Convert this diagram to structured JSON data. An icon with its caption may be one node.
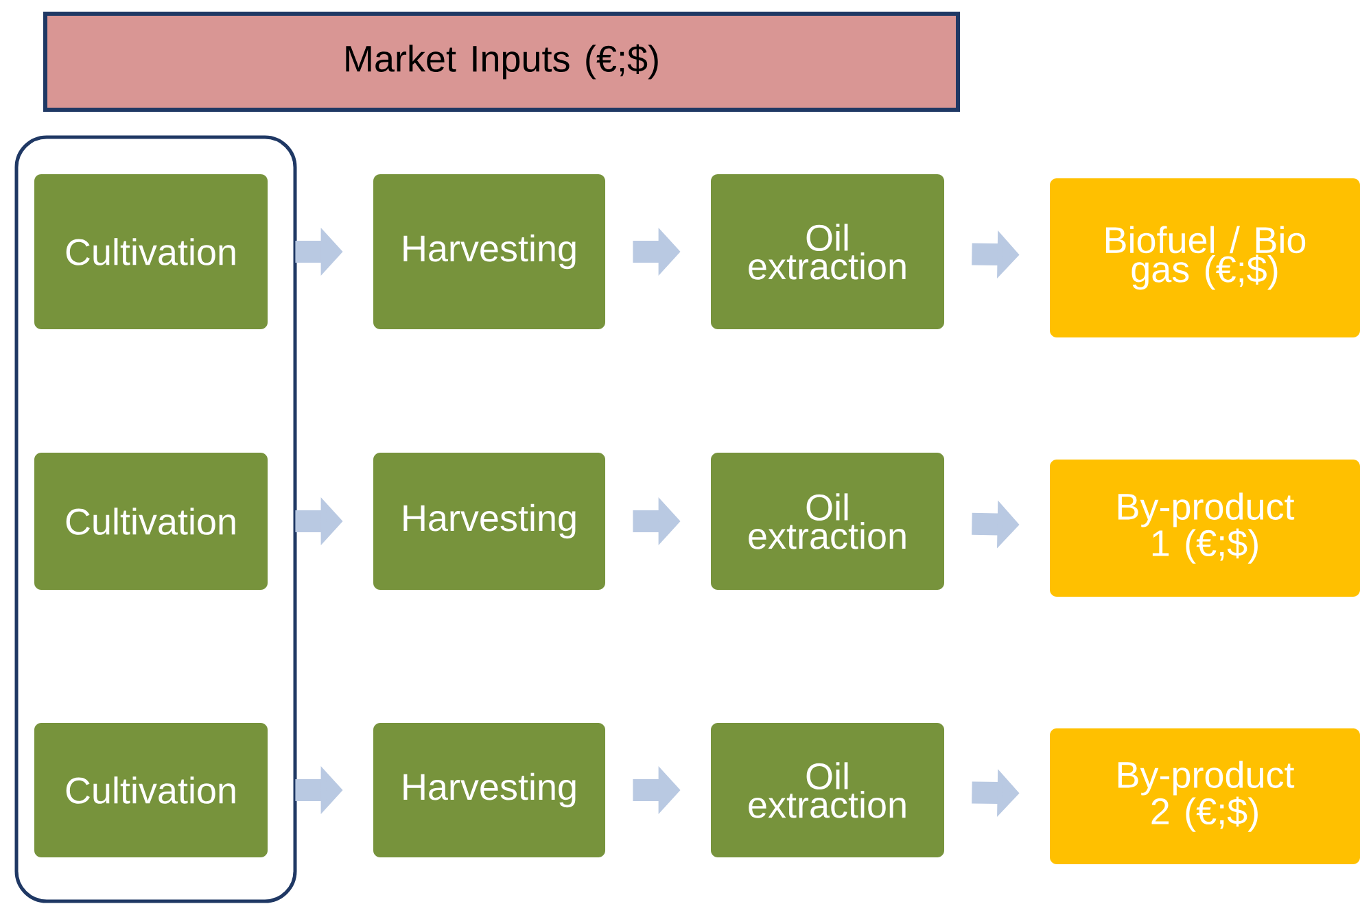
{
  "diagram": {
    "nodes": [
      {
        "text": [
          "Market Inputs (€;$)"
        ]
      },
      {
        "text": [],
        "shape": "box"
      },
      {
        "text": [
          "Cultivation"
        ],
        "in": 1
      },
      {
        "text": [
          "Harvesting"
        ]
      },
      {
        "text": [
          "Oil extraction"
        ]
      },
      {
        "text": [
          "Biofuel / Bio gas (€;$)"
        ]
      },
      {
        "text": [
          "Cultivation"
        ],
        "in": 1
      },
      {
        "text": [
          "Harvesting"
        ]
      },
      {
        "text": [
          "Oil extraction"
        ]
      },
      {
        "text": [
          "By-product 1 (€;$)"
        ]
      },
      {
        "text": [
          "Cultivation"
        ],
        "in": 1
      },
      {
        "text": [
          "Harvesting"
        ]
      },
      {
        "text": [
          "Oil extraction"
        ]
      },
      {
        "text": [
          "By-product 2 (€;$)"
        ]
      }
    ],
    "edges": [
      {
        "from": 2,
        "to": 3,
        "arrow": "to"
      },
      {
        "from": 3,
        "to": 4,
        "arrow": "to"
      },
      {
        "from": 4,
        "to": 5,
        "arrow": "to"
      },
      {
        "from": 6,
        "to": 7,
        "arrow": "to"
      },
      {
        "from": 7,
        "to": 8,
        "arrow": "to"
      },
      {
        "from": 8,
        "to": 9,
        "arrow": "to"
      },
      {
        "from": 10,
        "to": 11,
        "arrow": "to"
      },
      {
        "from": 11,
        "to": 12,
        "arrow": "to"
      },
      {
        "from": 12,
        "to": 13,
        "arrow": "to"
      }
    ]
  }
}
